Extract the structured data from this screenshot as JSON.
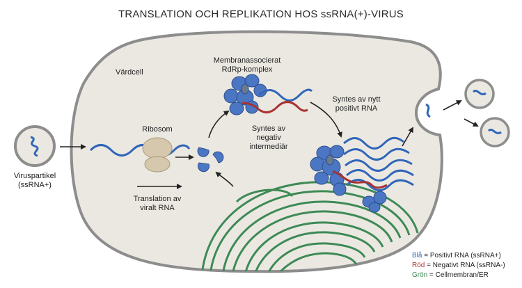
{
  "title": "TRANSLATION OCH REPLIKATION HOS ssRNA(+)-VIRUS",
  "labels": {
    "host_cell": "Värdcell",
    "complex_line1": "Membranassocierat",
    "complex_line2": "RdRp-komplex",
    "ribosome": "Ribosom",
    "neg_line1": "Syntes av",
    "neg_line2": "negativ",
    "neg_line3": "intermediär",
    "pos_line1": "Syntes av nytt",
    "pos_line2": "positivt RNA",
    "virus_line1": "Viruspartikel",
    "virus_line2": "(ssRNA+)",
    "translation_line1": "Translation av",
    "translation_line2": "viralt RNA"
  },
  "legend": [
    {
      "key": "Blå",
      "text": " = Positivt RNA (ssRNA+)",
      "color": "#2f66b8"
    },
    {
      "key": "Röd",
      "text": " = Negativt RNA (ssRNA-)",
      "color": "#a83232"
    },
    {
      "key": "Grön",
      "text": " = Cellmembran/ER",
      "color": "#3d8a55"
    }
  ],
  "colors": {
    "cell_fill": "#ebe8e2",
    "cell_stroke": "#8d8d8d",
    "rna_positive": "#2f66b8",
    "rna_negative": "#a83232",
    "membrane": "#3d8a55",
    "protein": "#4a76c4",
    "ribosome": "#d6c8ad"
  }
}
